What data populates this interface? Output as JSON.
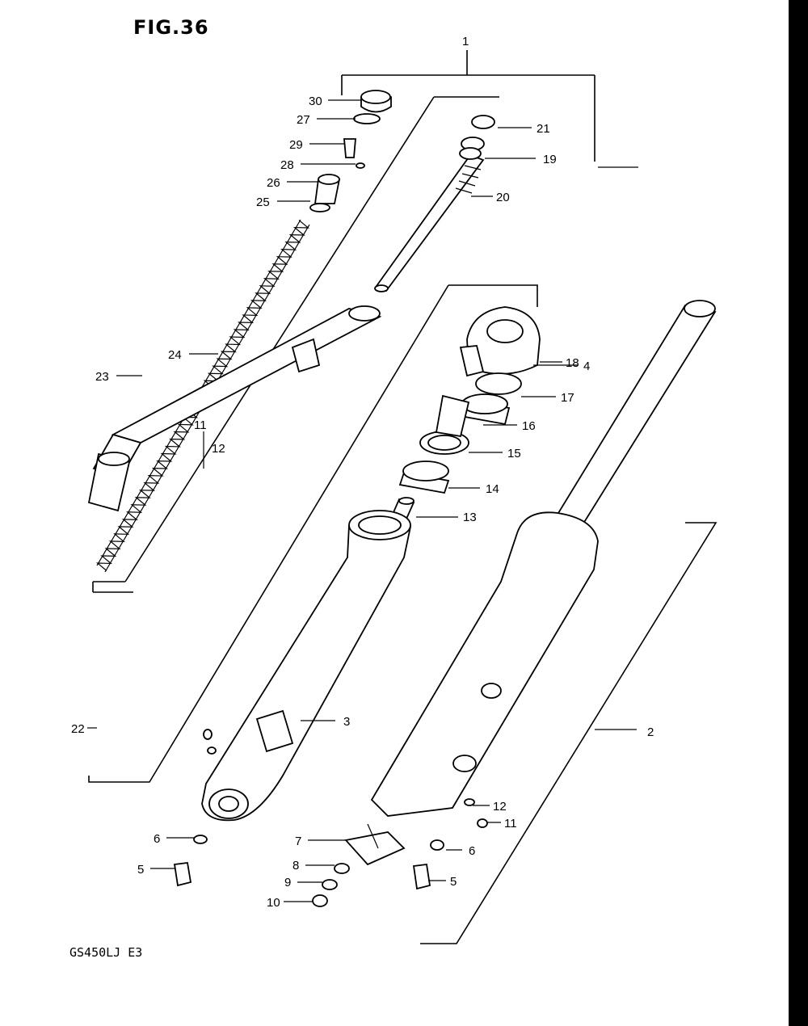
{
  "figure": {
    "title": "FIG.36",
    "model_code": "GS450LJ  E3"
  },
  "callouts": [
    {
      "id": "c1",
      "number": "1"
    },
    {
      "id": "c2",
      "number": "2"
    },
    {
      "id": "c3",
      "number": "3"
    },
    {
      "id": "c4",
      "number": "4"
    },
    {
      "id": "c5a",
      "number": "5"
    },
    {
      "id": "c5b",
      "number": "5"
    },
    {
      "id": "c6a",
      "number": "6"
    },
    {
      "id": "c6b",
      "number": "6"
    },
    {
      "id": "c7",
      "number": "7"
    },
    {
      "id": "c8",
      "number": "8"
    },
    {
      "id": "c9",
      "number": "9"
    },
    {
      "id": "c10",
      "number": "10"
    },
    {
      "id": "c11a",
      "number": "11"
    },
    {
      "id": "c11b",
      "number": "11"
    },
    {
      "id": "c12a",
      "number": "12"
    },
    {
      "id": "c12b",
      "number": "12"
    },
    {
      "id": "c13",
      "number": "13"
    },
    {
      "id": "c14",
      "number": "14"
    },
    {
      "id": "c15",
      "number": "15"
    },
    {
      "id": "c16",
      "number": "16"
    },
    {
      "id": "c17",
      "number": "17"
    },
    {
      "id": "c18",
      "number": "18"
    },
    {
      "id": "c19",
      "number": "19"
    },
    {
      "id": "c20",
      "number": "20"
    },
    {
      "id": "c21",
      "number": "21"
    },
    {
      "id": "c22",
      "number": "22"
    },
    {
      "id": "c23",
      "number": "23"
    },
    {
      "id": "c24",
      "number": "24"
    },
    {
      "id": "c25",
      "number": "25"
    },
    {
      "id": "c26",
      "number": "26"
    },
    {
      "id": "c27",
      "number": "27"
    },
    {
      "id": "c28",
      "number": "28"
    },
    {
      "id": "c29",
      "number": "29"
    },
    {
      "id": "c30",
      "number": "30"
    }
  ]
}
